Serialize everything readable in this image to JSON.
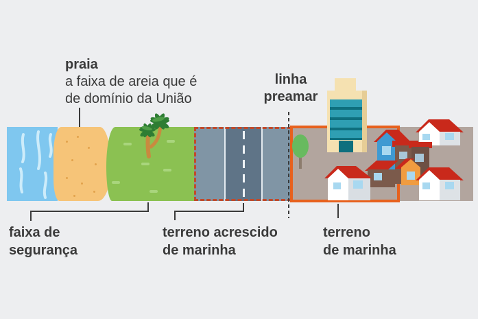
{
  "note_praia": {
    "heading": "praia",
    "line1": "a faixa de areia que é",
    "line2": "de domínio da União"
  },
  "label_linha_preamar": {
    "line1": "linha",
    "line2": "preamar"
  },
  "label_faixa_seguranca": {
    "line1": "faixa de",
    "line2": "segurança"
  },
  "label_terreno_acrescido": {
    "line1": "terreno acrescido",
    "line2": "de marinha"
  },
  "label_terreno_marinha": {
    "line1": "terreno",
    "line2": "de marinha"
  },
  "colors": {
    "background": "#edeef0",
    "text": "#3a3a3a",
    "water": "#7fc7ef",
    "water_streak": "#cdecfa",
    "sand": "#f6c478",
    "grass": "#8bc152",
    "road_shoulder": "#8095a5",
    "road_center": "#5f7487",
    "urban_land": "#b2a59e",
    "marinha_border": "#e7611d",
    "road_dashed_border": "#c2492a",
    "roof_red": "#c9291b",
    "building_cream": "#f5e1b1",
    "building_window_teal": "#2f9fb3"
  }
}
